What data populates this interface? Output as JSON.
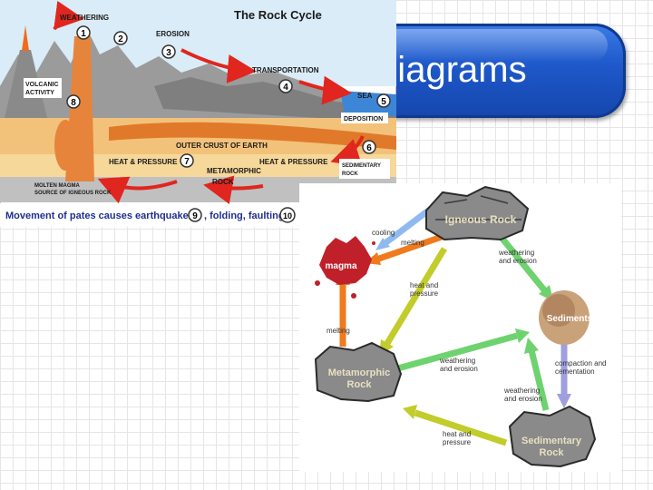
{
  "slide": {
    "title": "Diagrams"
  },
  "rock_cycle_cross_section": {
    "heading": "The Rock Cycle",
    "labels": {
      "weathering": "WEATHERING",
      "erosion": "EROSION",
      "transportation": "TRANSPORTATION",
      "sea": "SEA",
      "deposition": "DEPOSITION",
      "volcanic_line1": "VOLCANIC",
      "volcanic_line2": "ACTIVITY",
      "outer_crust": "OUTER CRUST OF EARTH",
      "heat_pressure_left": "HEAT & PRESSURE",
      "heat_pressure_right": "HEAT & PRESSURE",
      "metamorphic_line1": "METAMORPHIC",
      "metamorphic_line2": "ROCK",
      "sedimentary_line1": "SEDIMENTARY",
      "sedimentary_line2": "ROCK",
      "molten_line1": "MOLTEN MAGMA",
      "molten_line2": "SOURCE OF IGNEOUS ROCK",
      "footer_part1": "Movement of pates causes earthquakes",
      "footer_part2": ", folding, faulting"
    },
    "steps": [
      "1",
      "2",
      "3",
      "4",
      "5",
      "6",
      "7",
      "8",
      "9",
      "10"
    ]
  },
  "rock_cycle_flow": {
    "nodes": {
      "igneous": "Igneous Rock",
      "magma": "magma",
      "sediments": "Sediments",
      "metamorphic_line1": "Metamorphic",
      "metamorphic_line2": "Rock",
      "sedimentary_line1": "Sedimentary",
      "sedimentary_line2": "Rock"
    },
    "edges": {
      "cooling": "cooling",
      "melting_top": "melting",
      "weathering_top_line1": "weathering",
      "weathering_top_line2": "and erosion",
      "heat_pressure_top_line1": "heat and",
      "heat_pressure_top_line2": "pressure",
      "melting_left": "melting",
      "weathering_mid_line1": "weathering",
      "weathering_mid_line2": "and erosion",
      "compaction_line1": "compaction and",
      "compaction_line2": "cementation",
      "weathering_low_line1": "weathering",
      "weathering_low_line2": "and erosion",
      "heat_pressure_bottom_line1": "heat and",
      "heat_pressure_bottom_line2": "pressure"
    }
  },
  "colors": {
    "title_bar": "#1e58c9",
    "arrow_blue": "#8fbaf0",
    "arrow_orange": "#f07a1e",
    "arrow_green": "#6ed36e",
    "arrow_yellowgreen": "#c2cc2a",
    "arrow_purple": "#9e9ee0",
    "magma_red": "#c0202a"
  }
}
